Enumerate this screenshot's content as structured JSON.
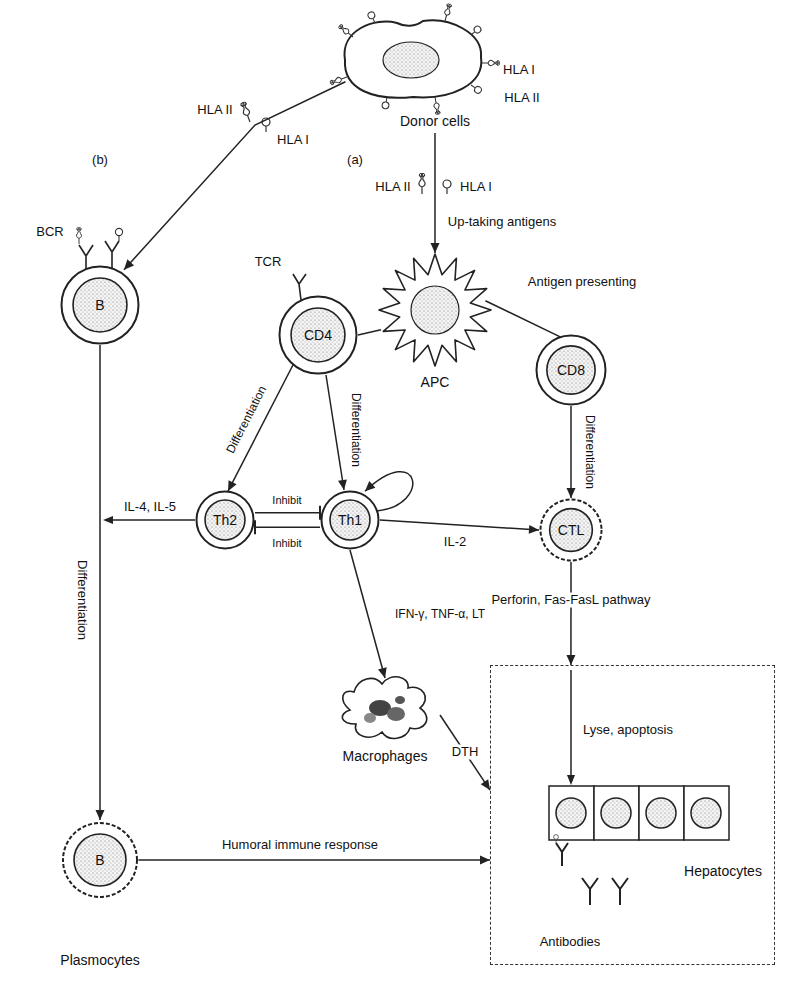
{
  "diagram": {
    "nodes": [
      {
        "text": [
          "Donor cells"
        ]
      },
      {
        "text": [
          "B"
        ]
      },
      {
        "text": [
          "CD4"
        ]
      },
      {
        "text": [
          "APC"
        ]
      },
      {
        "text": [
          "CD8"
        ]
      },
      {
        "text": [
          "Th2"
        ]
      },
      {
        "text": [
          "Th1"
        ]
      },
      {
        "text": [
          "CTL"
        ]
      },
      {
        "text": [
          "Macrophages"
        ]
      },
      {
        "text": [
          "B",
          "Plasmocytes"
        ]
      },
      {
        "text": [
          "Hepatocytes"
        ]
      }
    ],
    "edges": [
      {
        "from": 0,
        "to": 1,
        "arrow": "to"
      },
      {
        "from": 0,
        "to": 3,
        "label": "Up-taking antigens",
        "arrow": "to"
      },
      {
        "from": 3,
        "to": 2,
        "arrow": "none"
      },
      {
        "from": 3,
        "to": 4,
        "label": "Antigen presenting",
        "arrow": "none"
      },
      {
        "from": 2,
        "to": 5,
        "label": "Differentiation",
        "arrow": "to"
      },
      {
        "from": 2,
        "to": 6,
        "label": "Differentiation",
        "arrow": "to"
      },
      {
        "from": 4,
        "to": 7,
        "label": "Differentiation",
        "arrow": "to"
      },
      {
        "from": 1,
        "to": 9,
        "label": "Differentiation",
        "arrow": "to"
      },
      {
        "from": 5,
        "to": 6,
        "label": "Inhibit",
        "arrow": "to"
      },
      {
        "from": 6,
        "to": 5,
        "label": "Inhibit",
        "arrow": "to"
      },
      {
        "from": 6,
        "to": 6,
        "arrow": "to"
      },
      {
        "from": 6,
        "to": 7,
        "label": "IL-2",
        "arrow": "to"
      },
      {
        "from": 6,
        "to": 8,
        "label": "IFN-γ, TNF-α, LT",
        "arrow": "to"
      },
      {
        "from": 7,
        "to": 10,
        "label": "Perforin, Fas-FasL pathway",
        "arrow": "to"
      },
      {
        "from": 8,
        "to": 10,
        "label": "DTH",
        "arrow": "to"
      },
      {
        "from": 9,
        "to": 10,
        "label": "Humoral immune response",
        "arrow": "to"
      }
    ],
    "labels": [
      "HLA I",
      "HLA II",
      "(a)",
      "HLA II",
      "HLA I",
      "(b)",
      "HLA II",
      "HLA I",
      "BCR",
      "TCR",
      "IL-4, IL-5",
      "Lyse, apoptosis",
      "Antibodies"
    ]
  }
}
